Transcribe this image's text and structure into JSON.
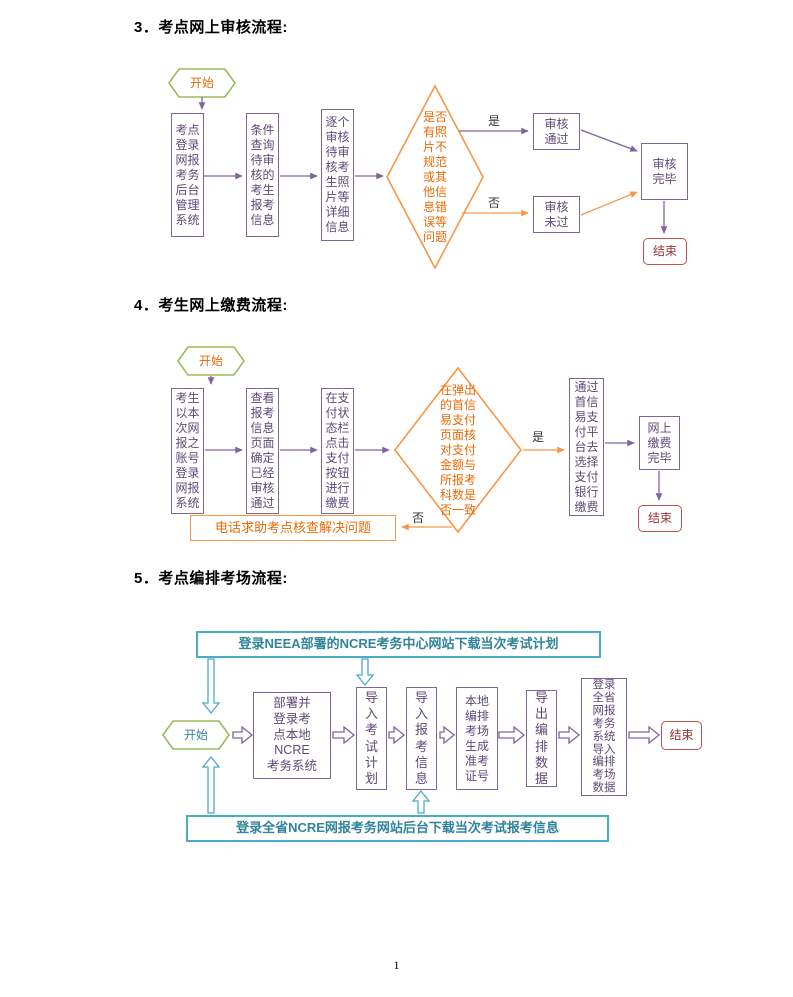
{
  "colors": {
    "purple": "#8064A2",
    "purple_dark": "#5F497A",
    "orange": "#F79646",
    "orange_dark": "#E36C09",
    "green": "#9BBB59",
    "teal": "#4BACC6",
    "teal_dark": "#31849B",
    "red": "#C0504D",
    "red_dark": "#953735"
  },
  "page_number": "1",
  "s3": {
    "heading": "3．考点网上审核流程:",
    "start": "开始",
    "box_login": "考点\n登录\n网报\n考务\n后台\n管理\n系统",
    "box_query": "条件\n查询\n待审\n核的\n考生\n报考\n信息",
    "box_review": "逐个\n审核\n待审\n核考\n生照\n片等\n详细\n信息",
    "diamond": "是否\n有照\n片不\n规范\n或其\n他信\n息错\n误等\n问题",
    "yes": "是",
    "no": "否",
    "pass": "审核\n通过",
    "fail": "审核\n未过",
    "done": "审核\n完毕",
    "end": "结束"
  },
  "s4": {
    "heading": "4．考生网上缴费流程:",
    "start": "开始",
    "box_login": "考生\n以本\n次网\n报之\n账号\n登录\n网报\n系统",
    "box_check": "查看\n报考\n信息\n页面\n确定\n已经\n审核\n通过",
    "box_paybtn": "在支\n付状\n态栏\n点击\n支付\n按钮\n进行\n缴费",
    "diamond": "在弹出\n的首信\n易支付\n页面核\n对支付\n金额与\n所报考\n科数是\n否一致",
    "yes": "是",
    "no": "否",
    "box_bank": "通过\n首信\n易支\n付平\n台去\n选择\n支付\n银行\n缴费",
    "box_done": "网上\n缴费\n完毕",
    "help": "电话求助考点核查解决问题",
    "end": "结束"
  },
  "s5": {
    "heading": "5．考点编排考场流程:",
    "top_banner": "登录NEEA部署的NCRE考务中心网站下载当次考试计划",
    "bottom_banner": "登录全省NCRE网报考务网站后台下载当次考试报考信息",
    "start": "开始",
    "box_deploy": "部署并\n登录考\n点本地\nNCRE\n考务系统",
    "box_import_plan": "导\n入\n考\n试\n计\n划",
    "box_import_info": "导\n入\n报\n考\n信\n息",
    "box_arrange": "本地\n编排\n考场\n生成\n准考\n证号",
    "box_export": "导\n出\n编\n排\n数\n据",
    "box_upload": "登录\n全省\n网报\n考务\n系统\n导入\n编排\n考场\n数据",
    "end": "结束"
  }
}
